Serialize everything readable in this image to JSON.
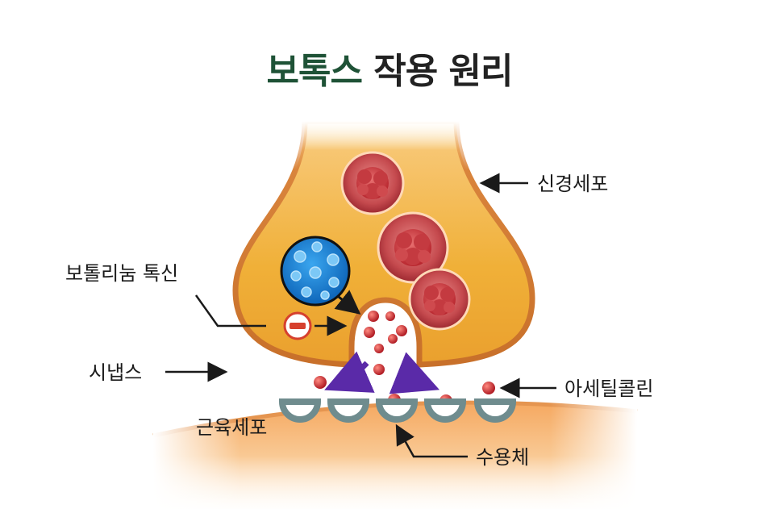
{
  "title": {
    "accent": "보톡스",
    "rest": "작용 원리"
  },
  "labels": {
    "neuron": "신경세포",
    "botulinum_toxin": "보톨리눔 톡신",
    "synapse": "시냅스",
    "acetylcholine": "아세틸콜린",
    "muscle_cell": "근육세포",
    "receptor": "수용체"
  },
  "colors": {
    "title_accent": "#1e5236",
    "title_text": "#222222",
    "neuron_fill": "#f0b038",
    "neuron_edge": "#c8702a",
    "muscle_fill": "#f6b46c",
    "vesicle": "#b8323a",
    "toxin": "#1a7fd0",
    "arrow_purple": "#5a2aa8",
    "inhibit_red": "#d6402e"
  },
  "icons": [
    "minus-circle-icon"
  ]
}
